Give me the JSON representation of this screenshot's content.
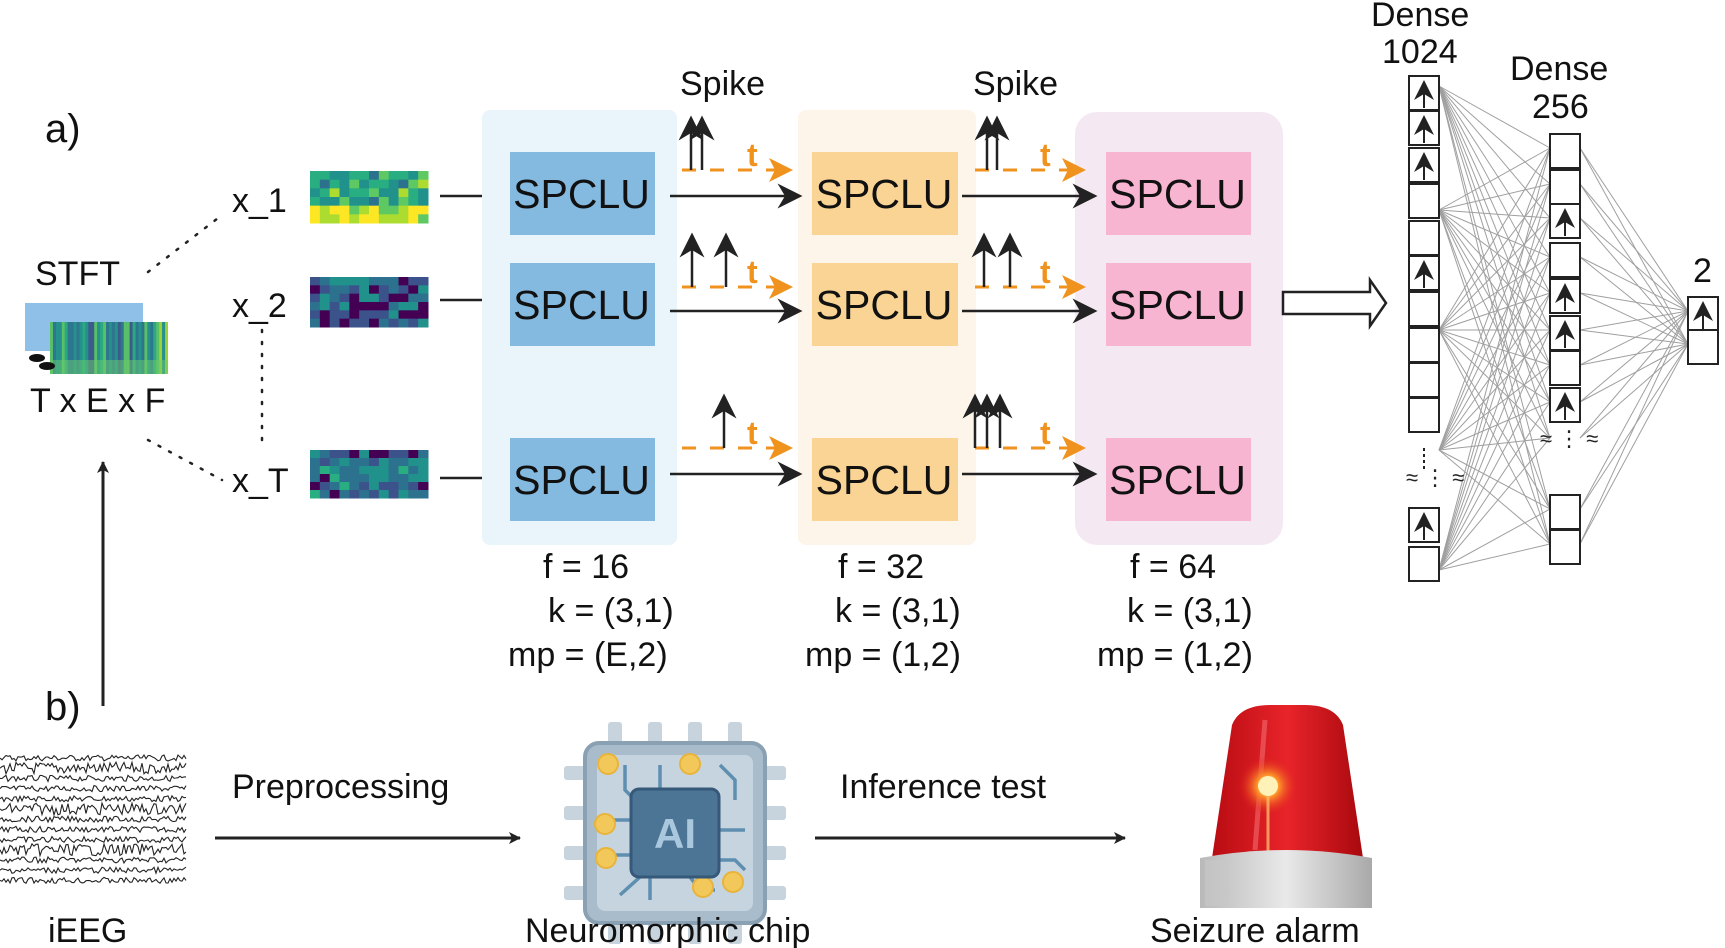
{
  "panel_a": {
    "label": "a)",
    "stft": "STFT",
    "tensor": "T x E x F",
    "inputs": [
      "x_1",
      "x_2",
      "x_T"
    ],
    "spike_label": "Spike",
    "time_label": "t",
    "block_label": "SPCLU",
    "layers": [
      {
        "f": "f = 16",
        "k": "k = (3,1)",
        "mp": "mp = (E,2)",
        "color": "#84b9e0",
        "bg": "#e9f4fb"
      },
      {
        "f": "f = 32",
        "k": "k = (3,1)",
        "mp": "mp = (1,2)",
        "color": "#fad494",
        "bg": "#fef5ea"
      },
      {
        "f": "f = 64",
        "k": "k = (3,1)",
        "mp": "mp = (1,2)",
        "color": "#f7b5d2",
        "bg": "#f4e9f3"
      }
    ],
    "dense1": [
      "Dense",
      "1024"
    ],
    "dense2": [
      "Dense",
      "256"
    ],
    "output": "2"
  },
  "panel_b": {
    "label": "b)",
    "ieeg": "iEEG",
    "step1": "Preprocessing",
    "chip_label": "Neuromorphic chip",
    "chip_text": "AI",
    "step2": "Inference test",
    "alarm": "Seizure alarm"
  },
  "colors": {
    "orange": "#f0921e",
    "alarm_red": "#e0191c",
    "chip_gray": "#8aa0b3"
  }
}
